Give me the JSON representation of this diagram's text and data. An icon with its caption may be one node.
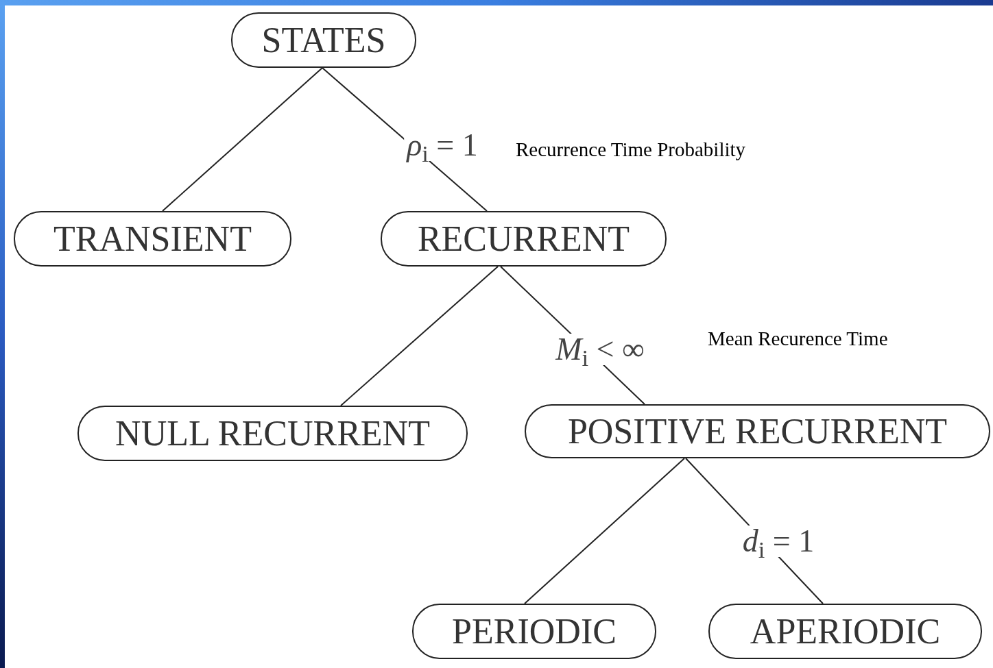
{
  "diagram": {
    "nodes": [
      {
        "text": [
          "STATES"
        ]
      },
      {
        "text": [
          "TRANSIENT"
        ]
      },
      {
        "text": [
          "RECURRENT"
        ]
      },
      {
        "text": [
          "NULL RECURRENT"
        ]
      },
      {
        "text": [
          "POSITIVE RECURRENT"
        ]
      },
      {
        "text": [
          "PERIODIC"
        ]
      },
      {
        "text": [
          "APERIODIC"
        ]
      }
    ],
    "edges": [
      {
        "from": 0,
        "to": 1,
        "arrow": "none"
      },
      {
        "from": 0,
        "to": 2,
        "arrow": "none",
        "label": "*ρ*$_{i}$ = 1"
      },
      {
        "from": 2,
        "to": 3,
        "arrow": "none"
      },
      {
        "from": 2,
        "to": 4,
        "arrow": "none",
        "label": "*M*$_{i}$ < ∞"
      },
      {
        "from": 4,
        "to": 5,
        "arrow": "none"
      },
      {
        "from": 4,
        "to": 6,
        "arrow": "none",
        "label": "*d*$_{i}$ = 1"
      }
    ],
    "labels": [
      "Recurrence Time Probability",
      "Mean Recurence Time"
    ]
  }
}
